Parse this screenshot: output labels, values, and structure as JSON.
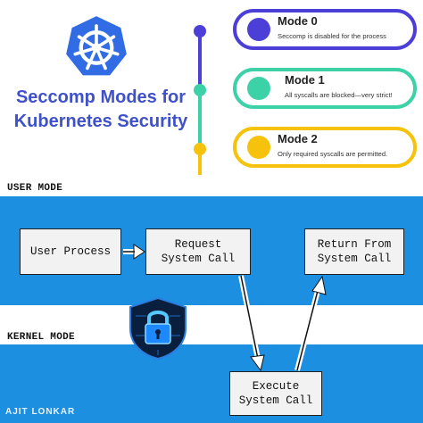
{
  "header": {
    "title_line1": "Seccomp Modes for",
    "title_line2": "Kubernetes Security"
  },
  "modes": [
    {
      "title": "Mode 0",
      "description": "Seccomp is disabled for the process",
      "color": "#4b3fd8"
    },
    {
      "title": "Mode 1",
      "description": "All syscalls are blocked—very strict!",
      "color": "#3dd1a8"
    },
    {
      "title": "Mode 2",
      "description": "Only required syscalls are permitted.",
      "color": "#f6c20b"
    }
  ],
  "diagram": {
    "user_mode_label": "USER MODE",
    "kernel_mode_label": "KERNEL MODE",
    "user_process": "User Process",
    "request_line1": "Request",
    "request_line2": "System Call",
    "return_line1": "Return From",
    "return_line2": "System Call",
    "execute_line1": "Execute",
    "execute_line2": "System Call",
    "band_color": "#1d8fe0"
  },
  "credit": "AJIT LONKAR",
  "icons": [
    "kubernetes-helm-icon",
    "padlock-shield-icon"
  ]
}
